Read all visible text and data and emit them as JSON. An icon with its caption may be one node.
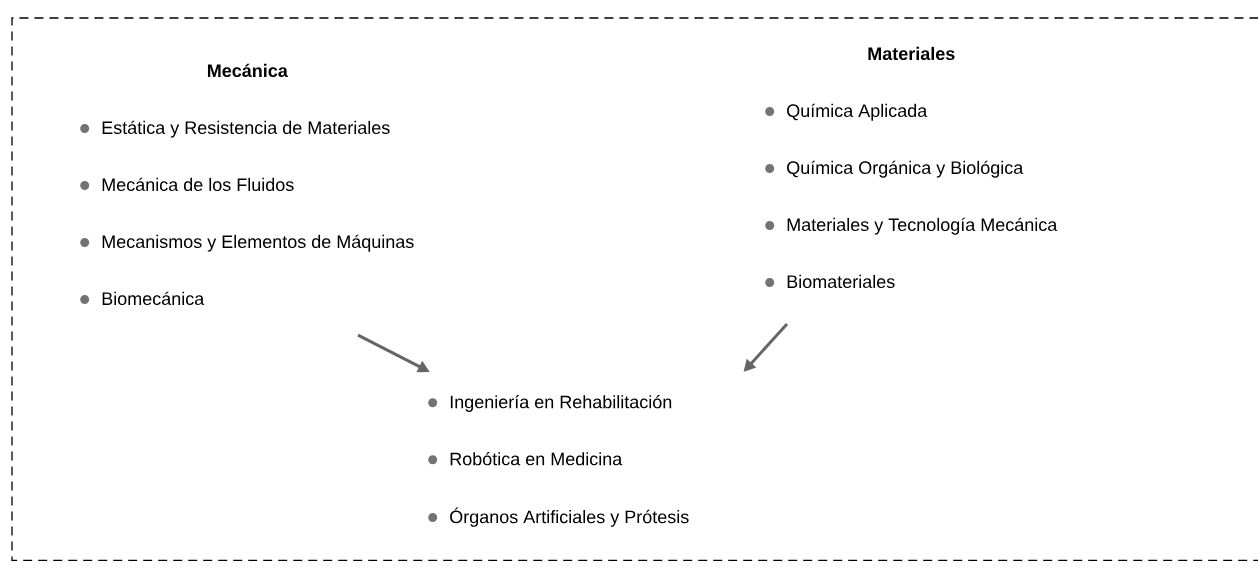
{
  "diagram": {
    "nodes": [
      {
        "text": [],
        "shape": "box"
      },
      {
        "text": [
          "Mecánica",
          "Estática y Resistencia de Materiales",
          "Mecánica de los Fluidos",
          "Mecanismos y Elementos de Máquinas",
          "Biomecánica"
        ],
        "in": 0
      },
      {
        "text": [
          "Materiales",
          "Química  Aplicada",
          "Química Orgánica y Biológica",
          "Materiales y Tecnología Mecánica",
          "Biomateriales"
        ],
        "in": 0
      },
      {
        "text": [
          "Ingeniería en Rehabilitación",
          "Robótica en Medicina",
          "Órganos Artificiales y Prótesis"
        ],
        "in": 0
      }
    ],
    "edges": [
      {
        "from": 1,
        "to": 3,
        "arrow": "to"
      },
      {
        "from": 2,
        "to": 3,
        "arrow": "to"
      }
    ]
  }
}
